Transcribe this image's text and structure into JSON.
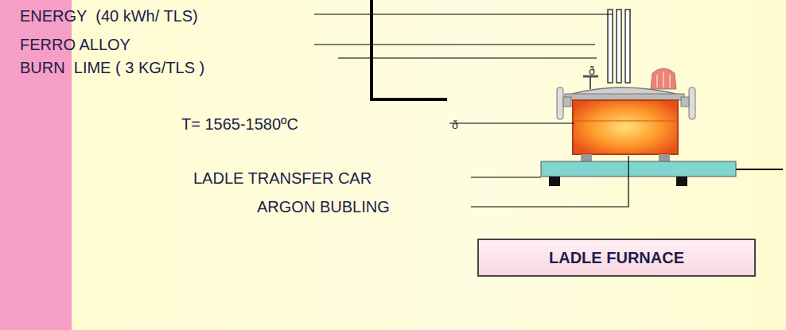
{
  "diagram": {
    "nodes": [
      {
        "text": [
          "LADLE FURNACE"
        ]
      }
    ],
    "labels": [
      "ENERGY  (40 kWh/ TLS)",
      "FERRO ALLOY",
      "BURN  LIME ( 3 KG/TLS )",
      "ð",
      "ð",
      "T= 1565-1580ºC",
      "LADLE TRANSFER CAR",
      "ARGON BUBLING"
    ]
  }
}
